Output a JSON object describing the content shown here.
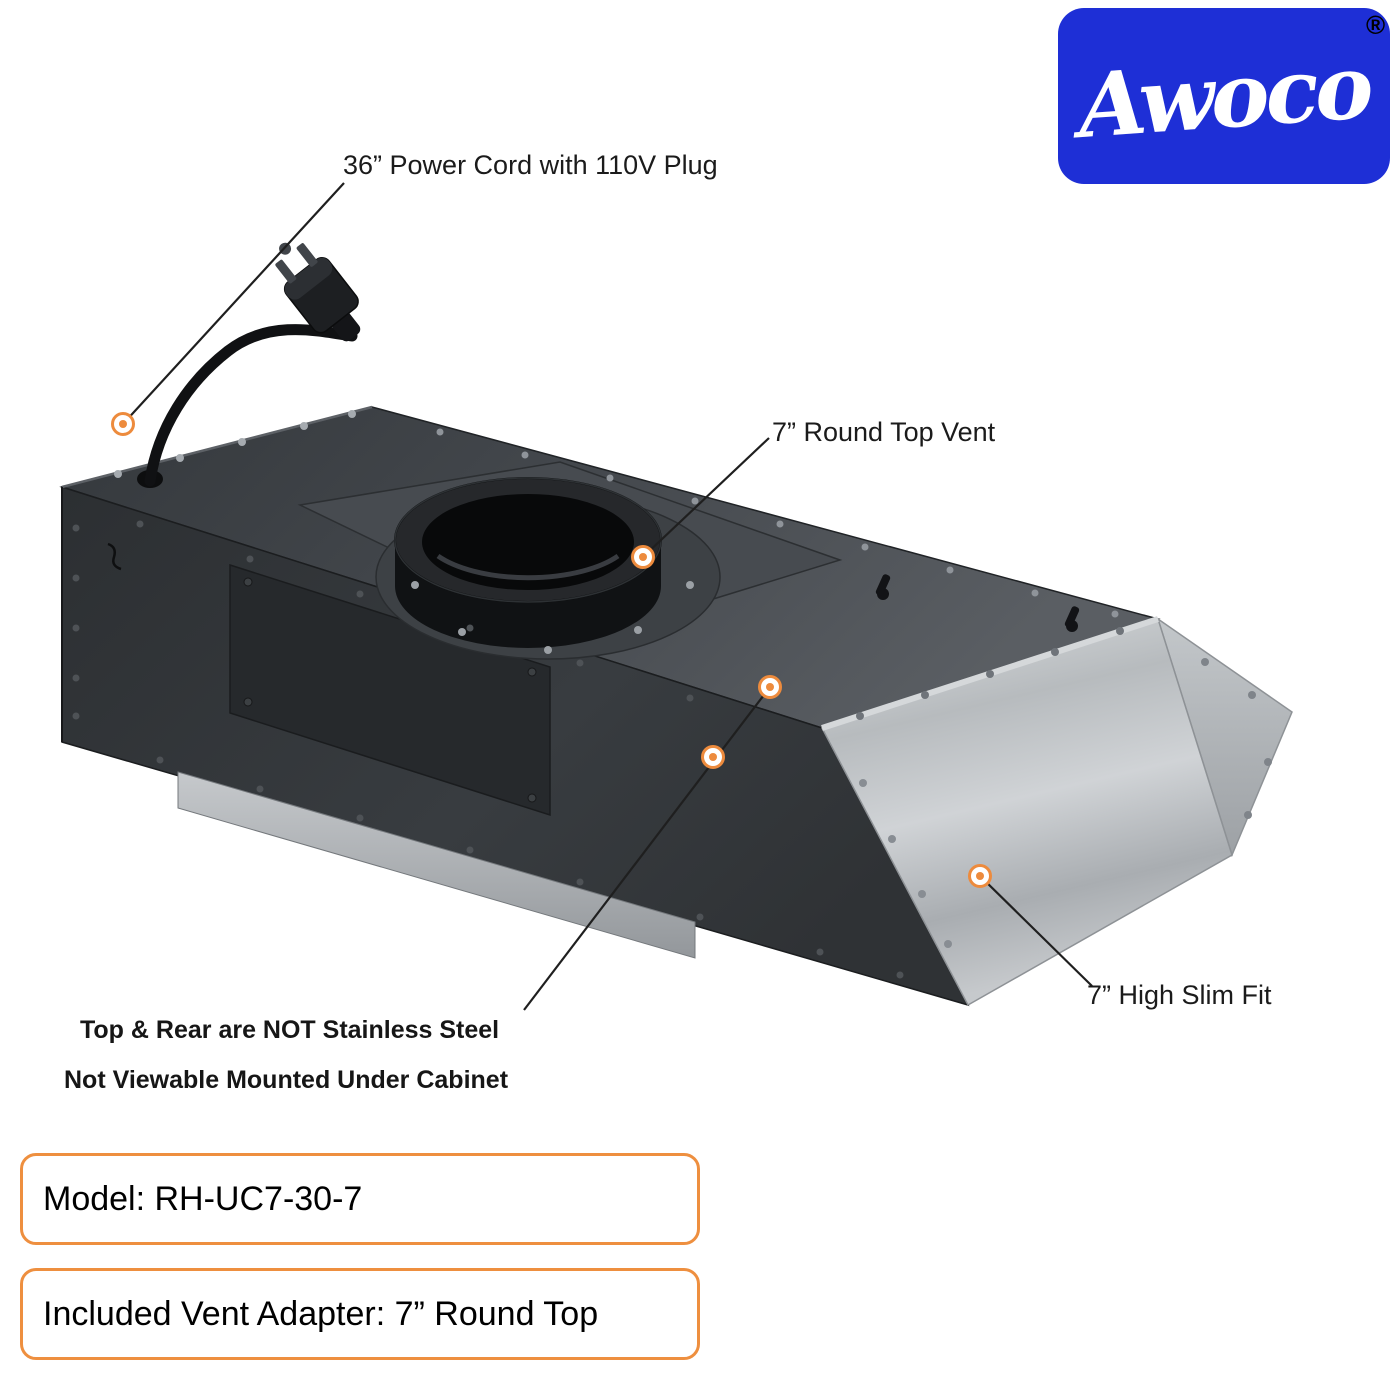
{
  "logo": {
    "text": "Awoco",
    "registered_mark": "®"
  },
  "callouts": {
    "power_cord": "36” Power Cord with 110V Plug",
    "top_vent": "7” Round Top Vent",
    "slim_fit": "7” High Slim Fit"
  },
  "notes": {
    "line1": "Top & Rear are NOT Stainless Steel",
    "line2": "Not Viewable Mounted Under Cabinet"
  },
  "info_boxes": {
    "model": "Model: RH-UC7-30-7",
    "vent_adapter": "Included Vent Adapter: 7” Round Top"
  },
  "colors": {
    "accent_orange": "#EE8F3F",
    "logo_blue": "#1E2FD6"
  }
}
